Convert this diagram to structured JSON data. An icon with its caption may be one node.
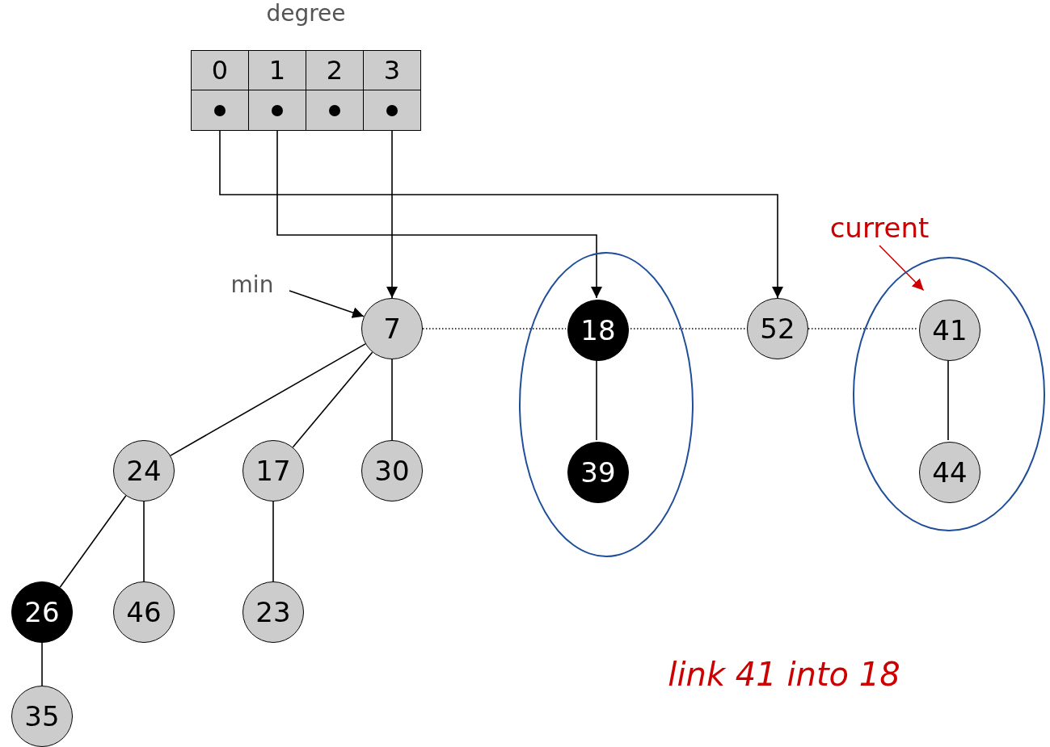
{
  "diagram": {
    "nodes": [
      {
        "text": [
          "degree"
        ]
      },
      {
        "text": [
          "0"
        ],
        "in": 0
      },
      {
        "text": [
          "1"
        ],
        "in": 0
      },
      {
        "text": [
          "2"
        ],
        "in": 0
      },
      {
        "text": [
          "3"
        ],
        "in": 0
      },
      {
        "text": [],
        "shape": "box",
        "in": 0
      },
      {
        "text": [],
        "shape": "box",
        "in": 0
      },
      {
        "text": [],
        "shape": "box",
        "in": 0
      },
      {
        "text": [],
        "shape": "box",
        "in": 0
      },
      {
        "text": [
          "min"
        ]
      },
      {
        "text": [
          "7"
        ]
      },
      {
        "text": [],
        "shape": "oval"
      },
      {
        "text": [
          "18"
        ],
        "in": 11
      },
      {
        "text": [
          "39"
        ],
        "in": 11
      },
      {
        "text": [
          "52"
        ]
      },
      {
        "text": [
          "current"
        ]
      },
      {
        "text": [],
        "shape": "oval"
      },
      {
        "text": [
          "41"
        ],
        "in": 16
      },
      {
        "text": [
          "44"
        ],
        "in": 16
      },
      {
        "text": [
          "24"
        ]
      },
      {
        "text": [
          "17"
        ]
      },
      {
        "text": [
          "30"
        ]
      },
      {
        "text": [
          "26"
        ]
      },
      {
        "text": [
          "46"
        ]
      },
      {
        "text": [
          "23"
        ]
      },
      {
        "text": [
          "35"
        ]
      }
    ],
    "edges": [
      {
        "from": 8,
        "to": 10,
        "arrow": "to"
      },
      {
        "from": 6,
        "to": 12,
        "arrow": "to"
      },
      {
        "from": 5,
        "to": 14,
        "arrow": "to"
      },
      {
        "from": 9,
        "to": 10,
        "arrow": "to"
      },
      {
        "from": 15,
        "to": 17,
        "arrow": "to",
        "color": "#cc0000"
      },
      {
        "from": 10,
        "to": 12,
        "arrow": "none",
        "style": "dashed"
      },
      {
        "from": 12,
        "to": 14,
        "arrow": "none",
        "style": "dashed"
      },
      {
        "from": 14,
        "to": 17,
        "arrow": "none",
        "style": "dashed"
      },
      {
        "from": 10,
        "to": 19,
        "arrow": "none"
      },
      {
        "from": 10,
        "to": 20,
        "arrow": "none"
      },
      {
        "from": 10,
        "to": 21,
        "arrow": "none"
      },
      {
        "from": 19,
        "to": 22,
        "arrow": "none"
      },
      {
        "from": 19,
        "to": 23,
        "arrow": "none"
      },
      {
        "from": 20,
        "to": 24,
        "arrow": "none"
      },
      {
        "from": 22,
        "to": 25,
        "arrow": "none"
      },
      {
        "from": 12,
        "to": 13,
        "arrow": "none"
      },
      {
        "from": 17,
        "to": 18,
        "arrow": "none"
      }
    ],
    "labels": [
      "link 41 into 18"
    ]
  }
}
